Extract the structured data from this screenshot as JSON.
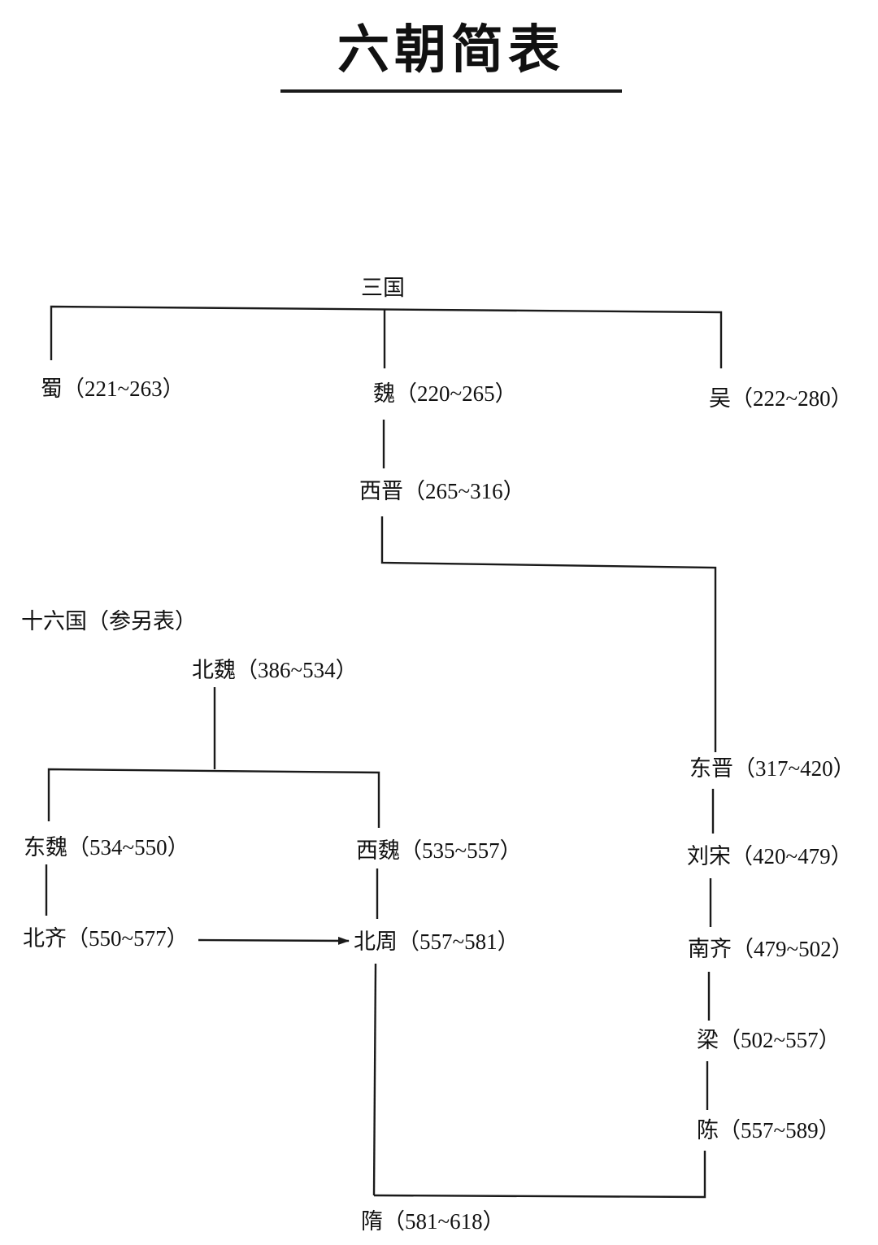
{
  "title": "六朝简表",
  "nodes": {
    "sanguo": {
      "name": "三国",
      "years": ""
    },
    "shu": {
      "name": "蜀",
      "years": "（221~263）"
    },
    "wei": {
      "name": "魏",
      "years": "（220~265）"
    },
    "wu": {
      "name": "吴",
      "years": "（222~280）"
    },
    "xijin": {
      "name": "西晋",
      "years": "（265~316）"
    },
    "shiliuguo": {
      "name": "十六国",
      "years": "（参另表）"
    },
    "beiwei": {
      "name": "北魏",
      "years": "（386~534）"
    },
    "dongwei": {
      "name": "东魏",
      "years": "（534~550）"
    },
    "xiwei": {
      "name": "西魏",
      "years": "（535~557）"
    },
    "beiqi": {
      "name": "北齐",
      "years": "（550~577）"
    },
    "beizhou": {
      "name": "北周",
      "years": "（557~581）"
    },
    "dongjin": {
      "name": "东晋",
      "years": "（317~420）"
    },
    "liusong": {
      "name": "刘宋",
      "years": "（420~479）"
    },
    "nanqi": {
      "name": "南齐",
      "years": "（479~502）"
    },
    "liang": {
      "name": "梁",
      "years": "（502~557）"
    },
    "chen": {
      "name": "陈",
      "years": "（557~589）"
    },
    "sui": {
      "name": "隋",
      "years": "（581~618）"
    }
  },
  "relations": [
    {
      "from": "sanguo",
      "to": "shu"
    },
    {
      "from": "sanguo",
      "to": "wei"
    },
    {
      "from": "sanguo",
      "to": "wu"
    },
    {
      "from": "wei",
      "to": "xijin"
    },
    {
      "from": "xijin",
      "to": "dongjin"
    },
    {
      "from": "beiwei",
      "to": "dongwei"
    },
    {
      "from": "beiwei",
      "to": "xiwei"
    },
    {
      "from": "dongwei",
      "to": "beiqi"
    },
    {
      "from": "xiwei",
      "to": "beizhou"
    },
    {
      "from": "beiqi",
      "to": "beizhou",
      "arrow": true
    },
    {
      "from": "dongjin",
      "to": "liusong"
    },
    {
      "from": "liusong",
      "to": "nanqi"
    },
    {
      "from": "nanqi",
      "to": "liang"
    },
    {
      "from": "liang",
      "to": "chen"
    },
    {
      "from": "beizhou",
      "to": "sui"
    },
    {
      "from": "chen",
      "to": "sui"
    }
  ]
}
